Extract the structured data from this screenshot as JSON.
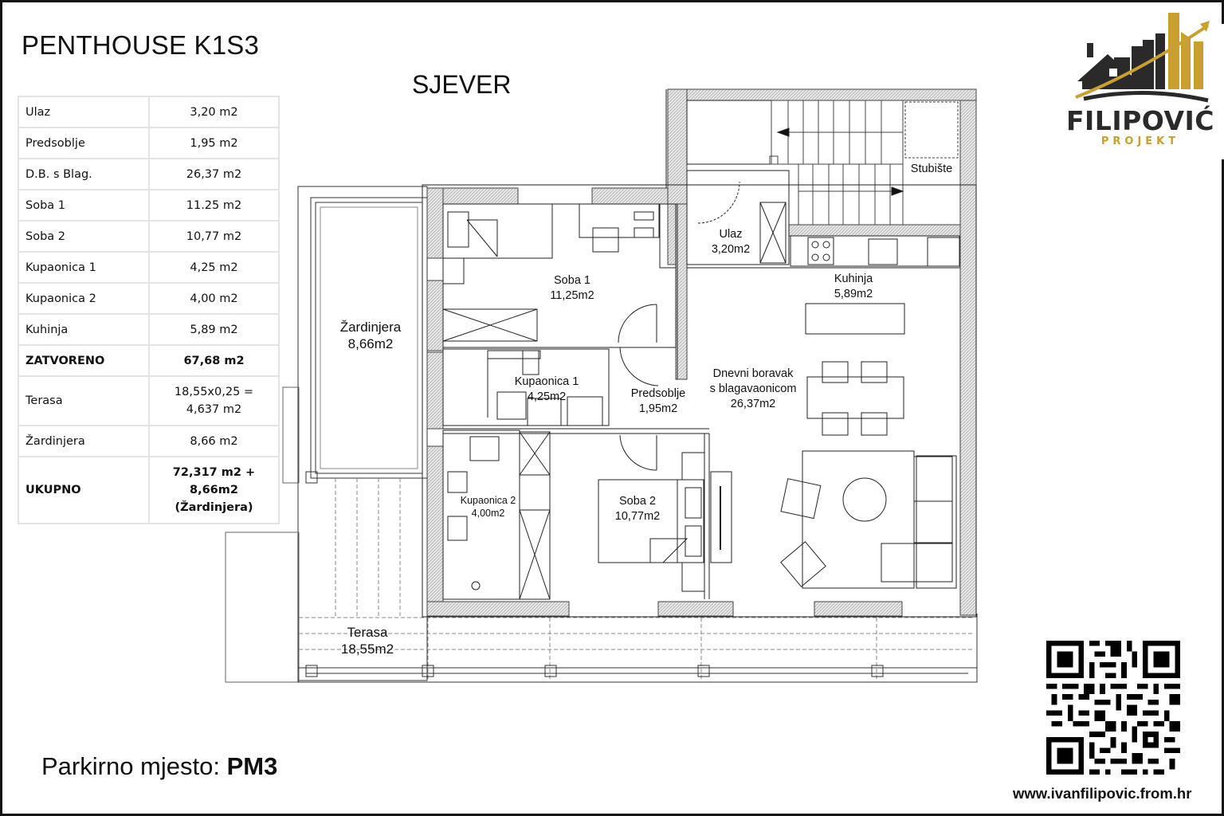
{
  "header": {
    "title": "PENTHOUSE K1S3",
    "orientation_label": "SJEVER"
  },
  "area_table": {
    "rows": [
      {
        "room": "Ulaz",
        "area": "3,20 m2"
      },
      {
        "room": "Predsoblje",
        "area": "1,95 m2"
      },
      {
        "room": "D.B. s Blag.",
        "area": "26,37 m2"
      },
      {
        "room": "Soba 1",
        "area": "11.25 m2"
      },
      {
        "room": "Soba 2",
        "area": "10,77 m2"
      },
      {
        "room": "Kupaonica 1",
        "area": "4,25 m2"
      },
      {
        "room": "Kupaonica 2",
        "area": "4,00 m2"
      },
      {
        "room": "Kuhinja",
        "area": "5,89 m2"
      }
    ],
    "closed_total": {
      "label": "ZATVORENO",
      "area": "67,68 m2"
    },
    "terrace": {
      "label": "Terasa",
      "area_line1": "18,55x0,25 =",
      "area_line2": "4,637 m2"
    },
    "planter": {
      "label": "Žardinjera",
      "area": "8,66 m2"
    },
    "grand_total": {
      "label": "UKUPNO",
      "line1": "72,317 m2 +",
      "line2": "8,66m2",
      "line3": "(Žardinjera)"
    }
  },
  "floor_plan": {
    "rooms": [
      {
        "id": "zardinjera",
        "name": "Žardinjera",
        "area": "8,66m2"
      },
      {
        "id": "soba1",
        "name": "Soba 1",
        "area": "11,25m2"
      },
      {
        "id": "ulaz",
        "name": "Ulaz",
        "area": "3,20m2"
      },
      {
        "id": "stubiste",
        "name": "Stubište",
        "area": ""
      },
      {
        "id": "kuhinja",
        "name": "Kuhinja",
        "area": "5,89m2"
      },
      {
        "id": "kupaonica1",
        "name": "Kupaonica 1",
        "area": "4,25m2"
      },
      {
        "id": "predsoblje",
        "name": "Predsoblje",
        "area": "1,95m2"
      },
      {
        "id": "dnevni",
        "name": "Dnevni boravak",
        "name2": "s blagavaonicom",
        "area": "26,37m2"
      },
      {
        "id": "kupaonica2",
        "name": "Kupaonica 2",
        "area": "4,00m2"
      },
      {
        "id": "soba2",
        "name": "Soba 2",
        "area": "10,77m2"
      },
      {
        "id": "terasa",
        "name": "Terasa",
        "area": "18,55m2"
      }
    ]
  },
  "parking": {
    "label": "Parkirno mjesto:",
    "value": "PM3"
  },
  "branding": {
    "logo_name": "FILIPOVIĆ",
    "logo_sub": "PROJEKT",
    "gold_color": "#c9a02f",
    "dark_color": "#2a2a2a",
    "website": "www.ivanfilipovic.from.hr"
  }
}
